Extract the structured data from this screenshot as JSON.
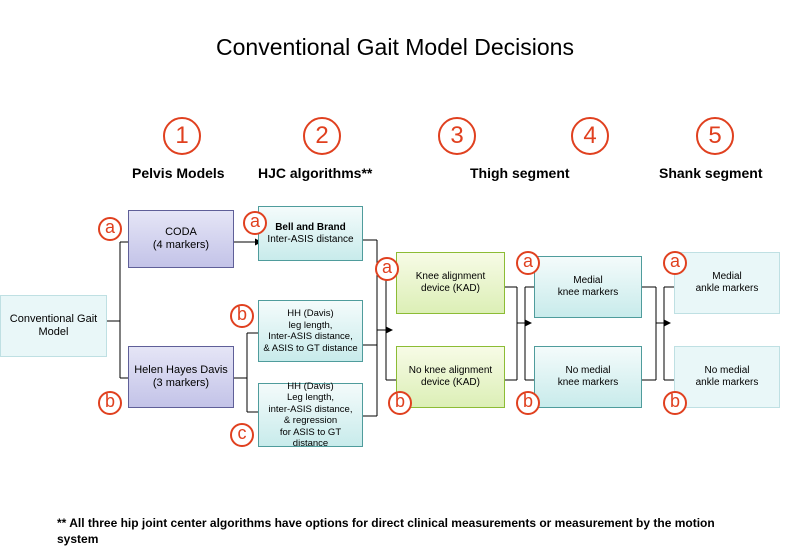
{
  "title": "Conventional Gait Model Decisions",
  "columns": [
    {
      "number": "1",
      "heading": "Pelvis Models"
    },
    {
      "number": "2",
      "heading": "HJC algorithms**"
    },
    {
      "number": "3",
      "heading": ""
    },
    {
      "number": "4",
      "heading": "Thigh segment"
    },
    {
      "number": "5",
      "heading": "Shank segment"
    }
  ],
  "boxes": {
    "root": "Conventional Gait Model",
    "pelvis_a": "CODA\n(4 markers)",
    "pelvis_b": "Helen Hayes Davis\n(3 markers)",
    "hjc_a_title": "Bell and Brand",
    "hjc_a_sub": "Inter-ASIS distance",
    "hjc_b": "HH (Davis)\nleg length,\nInter-ASIS distance,\n& ASIS to GT distance",
    "hjc_c": "HH (Davis)\nLeg length,\ninter-ASIS distance,\n& regression\nfor ASIS to GT distance",
    "thigh_a": "Knee alignment\ndevice (KAD)",
    "thigh_b": "No knee alignment\ndevice (KAD)",
    "knee_a": "Medial\nknee markers",
    "knee_b": "No medial\nknee markers",
    "ankle_a": "Medial\nankle markers",
    "ankle_b": "No medial\nankle markers"
  },
  "option_labels": {
    "a": "a",
    "b": "b",
    "c": "c"
  },
  "footnote": "** All three hip joint center algorithms have options for direct clinical measurements or measurement by the motion system",
  "colors": {
    "accent": "#e0401f",
    "purple": "#c3c3e8",
    "teal": "#c8ebeb",
    "green": "#dcefb6"
  }
}
